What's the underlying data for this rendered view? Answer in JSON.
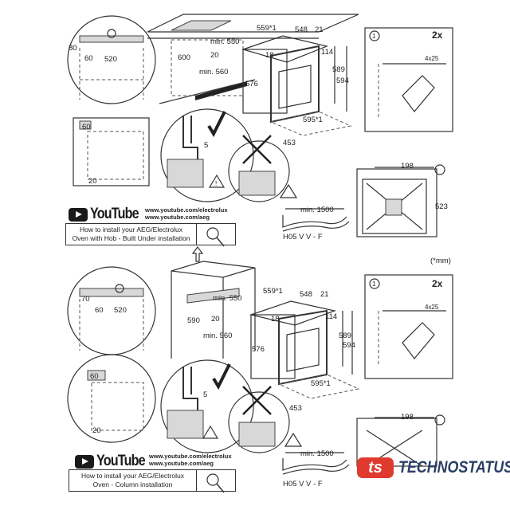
{
  "units_note": "(*mm)",
  "top": {
    "dims": {
      "d80": "80",
      "d60a": "60",
      "d520": "520",
      "d600": "600",
      "min550": "min. 550",
      "d20a": "20",
      "min560": "min. 560",
      "d559": "559*1",
      "d548": "548",
      "d21": "21",
      "d18": "18",
      "d114": "114",
      "d576": "576",
      "d589": "589",
      "d594": "594",
      "d595": "595*1",
      "d453": "453",
      "d5": "5",
      "d60b": "60",
      "d20b": "20",
      "d198": "198",
      "d523": "523",
      "min1500": "min. 1500",
      "cable": "H05 V V - F"
    },
    "screws": {
      "count": "2x",
      "size": "4x25"
    },
    "circle_marker": "1",
    "youtube": {
      "logo": "YouTube",
      "url1": "www.youtube.com/electrolux",
      "url2": "www.youtube.com/aeg",
      "line1": "How to install your AEG/Electrolux",
      "line2": "Oven with Hob - Built Under installation"
    }
  },
  "bottom": {
    "dims": {
      "d70": "70",
      "d60a": "60",
      "d520": "520",
      "min550": "min. 550",
      "d590": "590",
      "d20a": "20",
      "min560": "min. 560",
      "d559": "559*1",
      "d548": "548",
      "d21": "21",
      "d18": "18",
      "d114": "114",
      "d576": "576",
      "d589": "589",
      "d594": "594",
      "d595": "595*1",
      "d453": "453",
      "d5": "5",
      "d60b": "60",
      "d20b": "20",
      "d198": "198",
      "min1500": "min. 1500",
      "cable": "H05 V V - F"
    },
    "screws": {
      "count": "2x",
      "size": "4x25"
    },
    "circle_marker": "1",
    "youtube": {
      "logo": "YouTube",
      "url1": "www.youtube.com/electrolux",
      "url2": "www.youtube.com/aeg",
      "line1": "How to install your AEG/Electrolux",
      "line2": "Oven - Column installation"
    }
  },
  "brand": {
    "mark": "ts",
    "name": "TECHNOSTATUS",
    "color": "#e03a2f"
  }
}
